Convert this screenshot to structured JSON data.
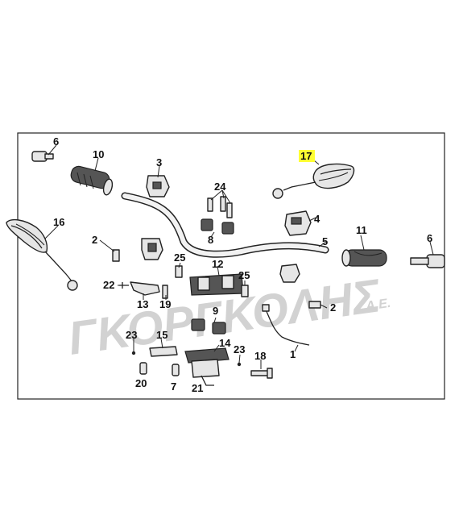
{
  "watermark": {
    "main": "ΓΚΟΡΓΚΟΛΗΣ",
    "suffix": "Α.Ε."
  },
  "highlight_color": "#ffff33",
  "labels": {
    "l1": "1",
    "l2a": "2",
    "l2b": "2",
    "l3": "3",
    "l4": "4",
    "l5": "5",
    "l6a": "6",
    "l6b": "6",
    "l7": "7",
    "l8": "8",
    "l9": "9",
    "l10": "10",
    "l11": "11",
    "l12": "12",
    "l13": "13",
    "l14": "14",
    "l15": "15",
    "l16": "16",
    "l17": "17",
    "l18": "18",
    "l19": "19",
    "l20": "20",
    "l21": "21",
    "l22": "22",
    "l23a": "23",
    "l23b": "23",
    "l24": "24",
    "l25a": "25",
    "l25b": "25"
  }
}
